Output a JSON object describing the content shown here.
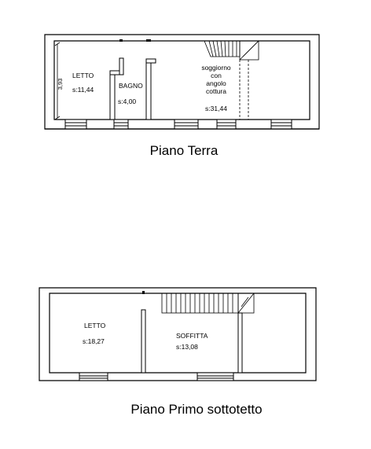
{
  "floors": [
    {
      "title": "Piano Terra",
      "dimension": "3,93",
      "rooms": [
        {
          "lines": [
            "LETTO"
          ],
          "area": "s:11,44"
        },
        {
          "lines": [
            "BAGNO"
          ],
          "area": "s:4,00"
        },
        {
          "lines": [
            "soggiorno",
            "con",
            "angolo",
            "cottura"
          ],
          "area": "s:31,44"
        }
      ]
    },
    {
      "title": "Piano Primo sottotetto",
      "rooms": [
        {
          "lines": [
            "LETTO"
          ],
          "area": "s:18,27"
        },
        {
          "lines": [
            "SOFFITTA"
          ],
          "area": "s:13,08"
        }
      ]
    }
  ]
}
